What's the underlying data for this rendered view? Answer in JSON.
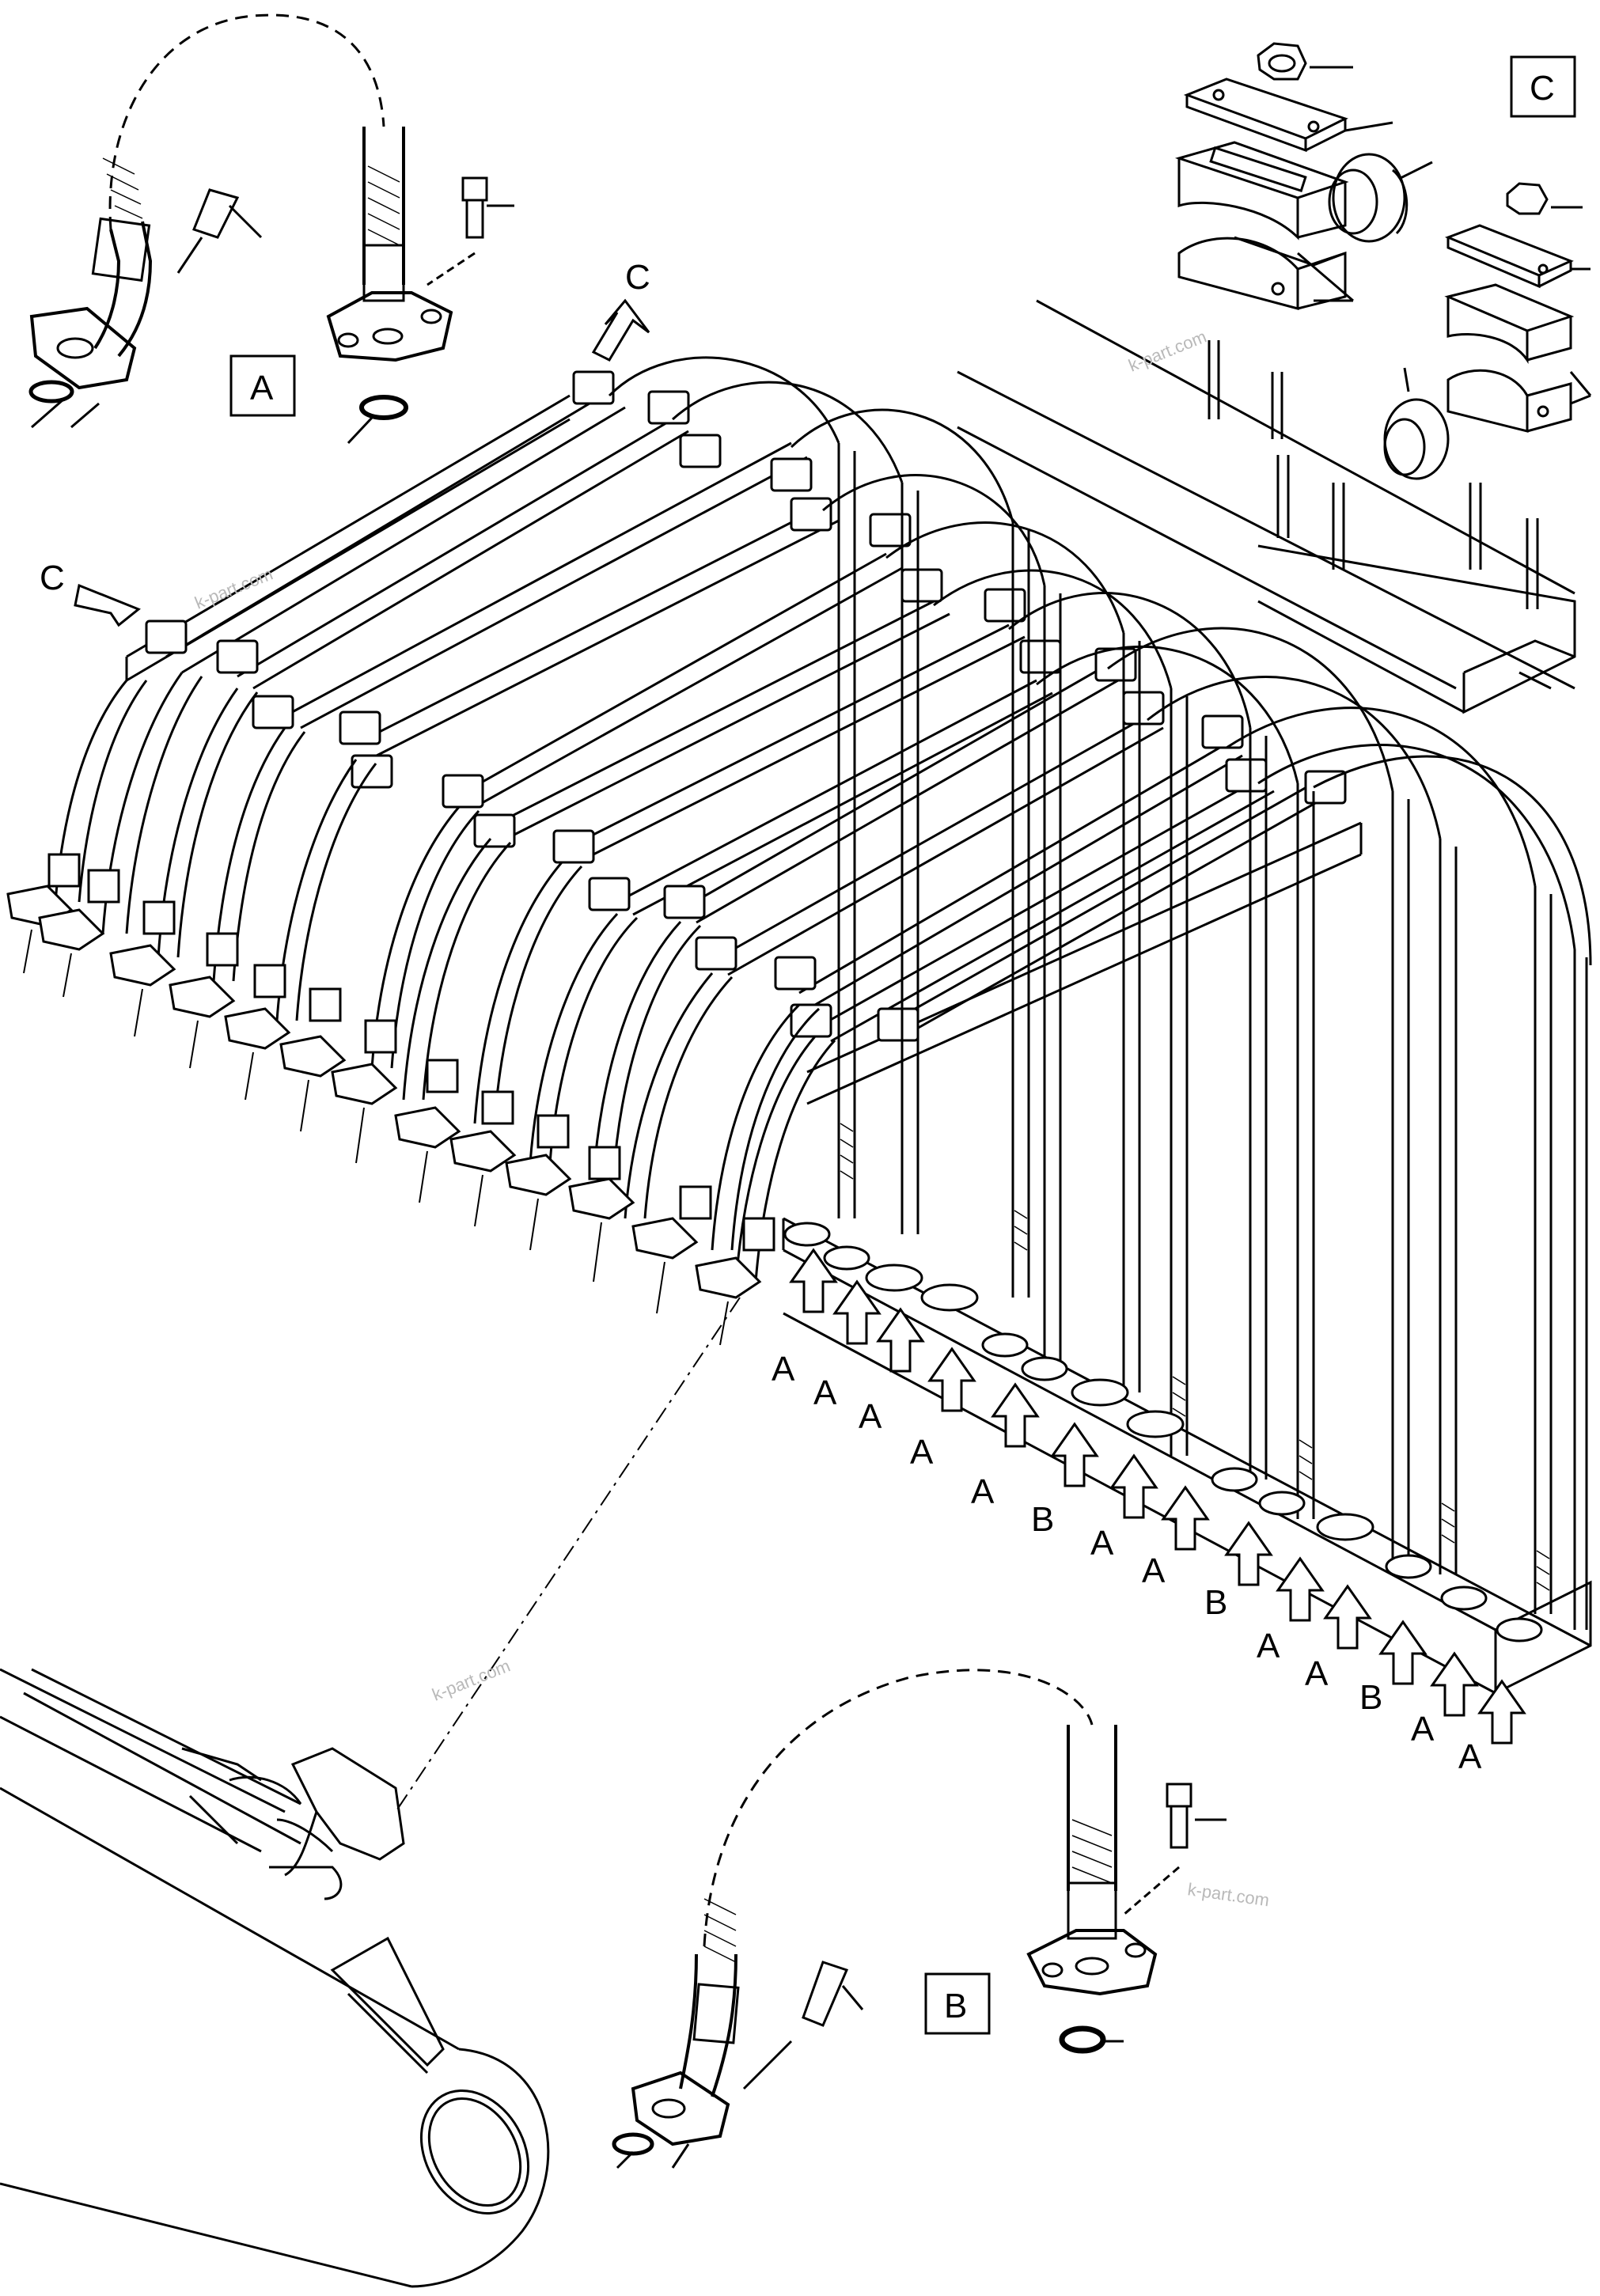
{
  "callouts": {
    "view_a_label": "A",
    "view_b_label": "B",
    "view_c_label": "C",
    "view_c_arrow_label_top": "C",
    "view_c_arrow_label_left": "C"
  },
  "port_markers": [
    "A",
    "A",
    "A",
    "A",
    "A",
    "B",
    "A",
    "A",
    "B",
    "A",
    "A",
    "B",
    "A",
    "A"
  ],
  "watermarks": [
    "k-part.com",
    "k-part.com",
    "k-part.com",
    "k-part.com"
  ],
  "colors": {
    "line": "#000000",
    "background": "#ffffff",
    "watermark": "#b9b9b9"
  }
}
